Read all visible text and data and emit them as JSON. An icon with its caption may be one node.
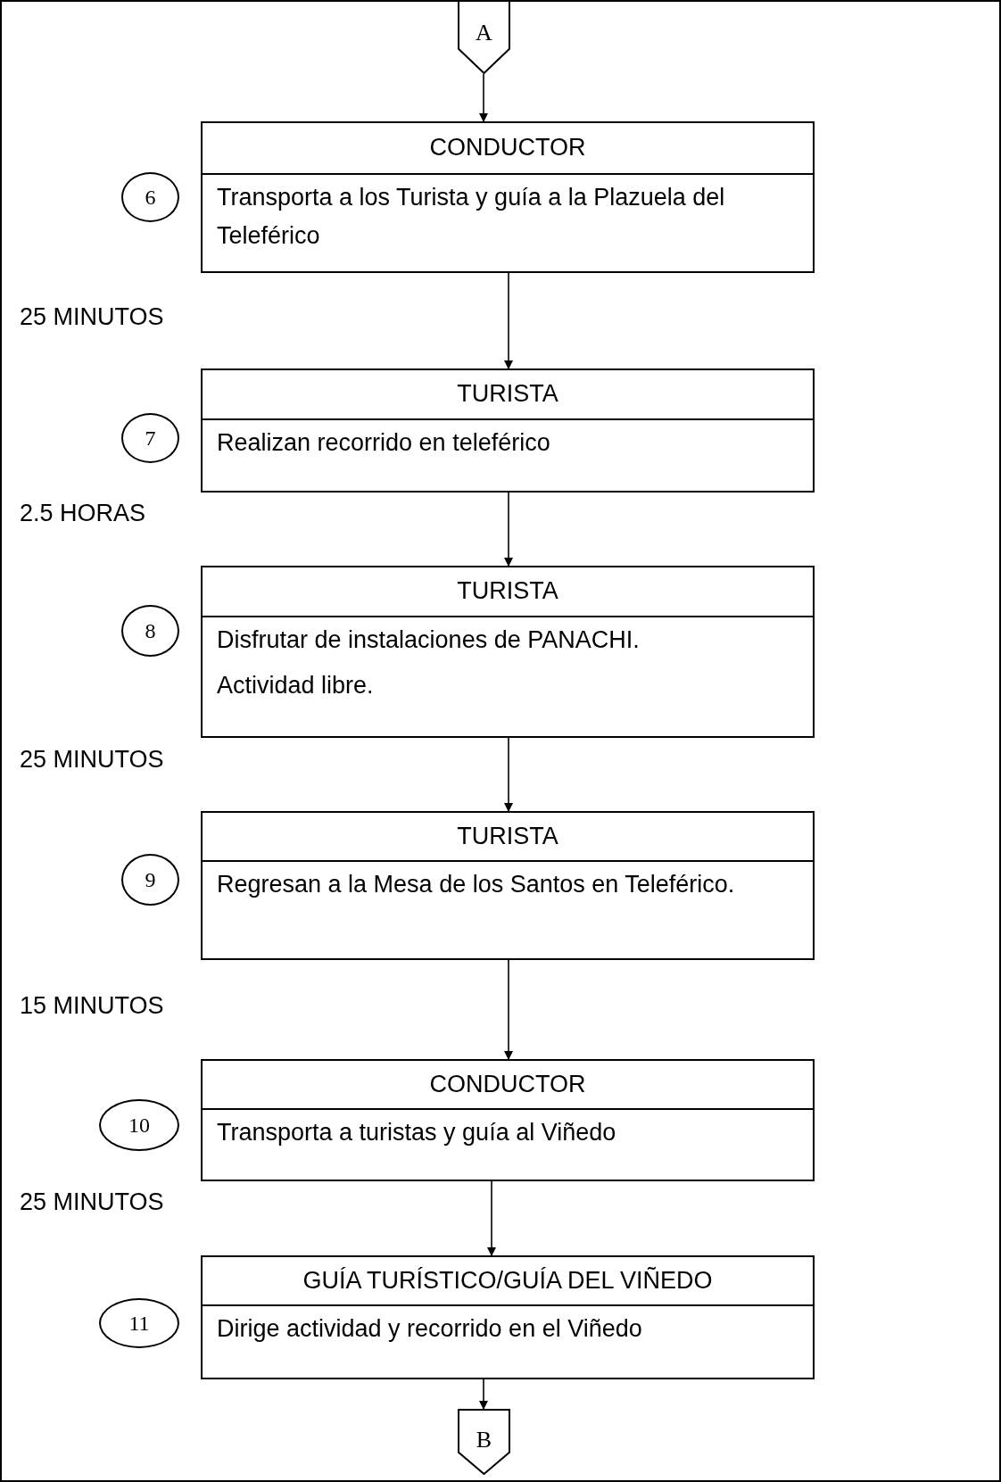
{
  "diagram": {
    "nodes": [
      {
        "text": [
          "A"
        ]
      },
      {
        "text": [
          "CONDUCTOR",
          "Transporta a los Turista y guía a la Plazuela del Teleférico"
        ]
      },
      {
        "text": [
          "6"
        ]
      },
      {
        "text": [
          "TURISTA",
          "Realizan recorrido en teleférico"
        ]
      },
      {
        "text": [
          "7"
        ]
      },
      {
        "text": [
          "TURISTA",
          "Disfrutar de instalaciones de PANACHI.",
          "Actividad libre."
        ]
      },
      {
        "text": [
          "8"
        ]
      },
      {
        "text": [
          "TURISTA",
          "Regresan a la Mesa de los Santos en Teleférico."
        ]
      },
      {
        "text": [
          "9"
        ]
      },
      {
        "text": [
          "CONDUCTOR",
          "Transporta a turistas y guía al Viñedo"
        ]
      },
      {
        "text": [
          "10"
        ]
      },
      {
        "text": [
          "GUÍA TURÍSTICO/GUÍA DEL VIÑEDO",
          "Dirige actividad y recorrido en el Viñedo"
        ]
      },
      {
        "text": [
          "11"
        ]
      },
      {
        "text": [
          "B"
        ]
      }
    ],
    "edges": [
      {
        "from": 0,
        "to": 1,
        "arrow": "to"
      },
      {
        "from": 1,
        "to": 3,
        "arrow": "to"
      },
      {
        "from": 3,
        "to": 5,
        "arrow": "to"
      },
      {
        "from": 5,
        "to": 7,
        "arrow": "to"
      },
      {
        "from": 7,
        "to": 9,
        "arrow": "to"
      },
      {
        "from": 9,
        "to": 11,
        "arrow": "to"
      },
      {
        "from": 11,
        "to": 13,
        "arrow": "to"
      }
    ],
    "labels": [
      "25 MINUTOS",
      "2.5 HORAS",
      "25 MINUTOS",
      "15 MINUTOS",
      "25 MINUTOS"
    ]
  }
}
